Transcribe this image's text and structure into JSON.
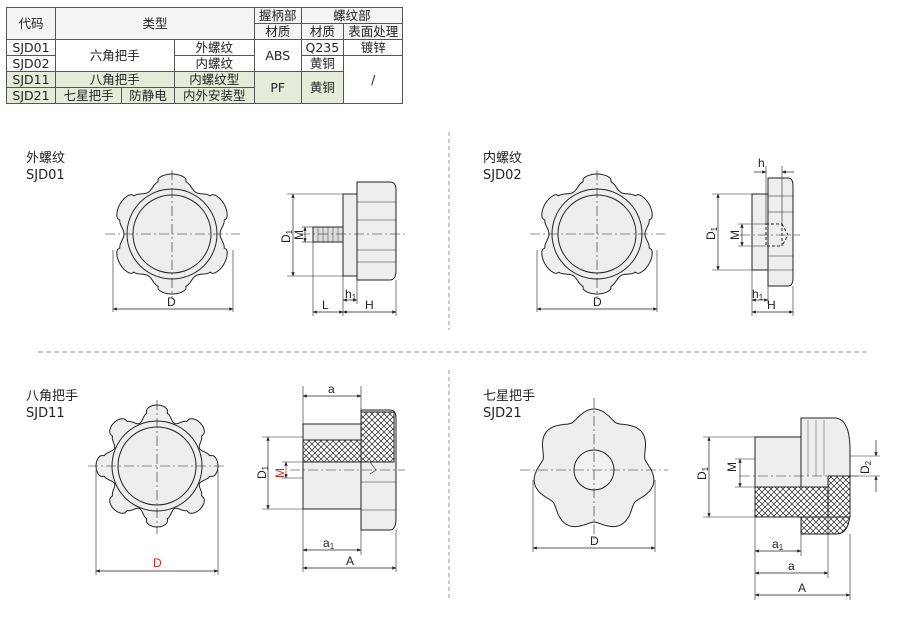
{
  "table": {
    "headers": {
      "code": "代码",
      "type": "类型",
      "grip": "握柄部",
      "thread": "螺纹部",
      "material": "材质",
      "surface": "表面处理"
    },
    "rows": [
      {
        "code": "SJD01",
        "type": "六角把手",
        "thread_type": "外螺纹",
        "grip_material": "ABS",
        "thread_material": "Q235",
        "surface": "镀锌"
      },
      {
        "code": "SJD02",
        "thread_type": "内螺纹",
        "thread_material": "黄铜"
      },
      {
        "code": "SJD11",
        "type": "八角把手",
        "thread_type": "内螺纹型",
        "grip_material": "PF",
        "thread_material": "黄铜",
        "surface": "/"
      },
      {
        "code": "SJD21",
        "type": "七星把手",
        "type_extra": "防静电",
        "thread_type": "内外安装型"
      }
    ]
  },
  "figures": {
    "sjd01": {
      "name": "外螺纹",
      "code": "SJD01"
    },
    "sjd02": {
      "name": "内螺纹",
      "code": "SJD02"
    },
    "sjd11": {
      "name": "八角把手",
      "code": "SJD11"
    },
    "sjd21": {
      "name": "七星把手",
      "code": "SJD21"
    }
  },
  "dims": {
    "D": "D",
    "D1": "D",
    "sub1": "1",
    "M": "M",
    "L": "L",
    "h1": "h",
    "H": "H",
    "h": "h",
    "a": "a",
    "a1": "a",
    "A": "A",
    "D2": "D",
    "sub2": "2"
  },
  "colors": {
    "highlight_row": "#e4ebd9",
    "dim_red": "#e02020",
    "part_fill": "#eeeeee"
  }
}
